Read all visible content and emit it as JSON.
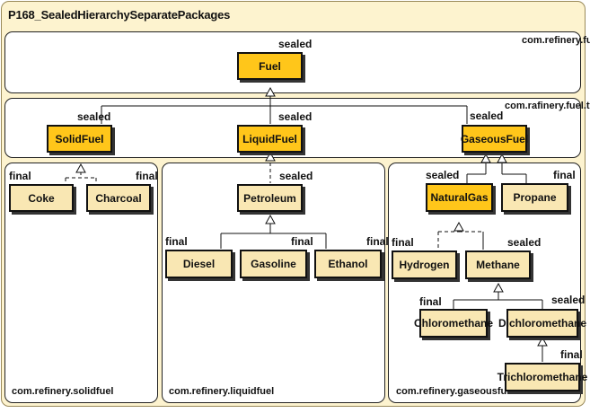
{
  "title": "P168_SealedHierarchySeparatePackages",
  "packages": {
    "fuel": "com.refinery.fuel",
    "type": "com.rafinery.fuel.type",
    "solid": "com.refinery.solidfuel",
    "liquid": "com.refinery.liquidfuel",
    "gaseous": "com.refinery.gaseousfuel"
  },
  "keywords": {
    "sealed": "sealed",
    "final": "final"
  },
  "classes": {
    "fuel": "Fuel",
    "solidfuel": "SolidFuel",
    "liquidfuel": "LiquidFuel",
    "gaseousfuel": "GaseousFuel",
    "coke": "Coke",
    "charcoal": "Charcoal",
    "petroleum": "Petroleum",
    "diesel": "Diesel",
    "gasoline": "Gasoline",
    "ethanol": "Ethanol",
    "naturalgas": "NaturalGas",
    "propane": "Propane",
    "hydrogen": "Hydrogen",
    "methane": "Methane",
    "chloromethane": "Chloromethane",
    "dichloromethane": "Dichloromethane",
    "trichloromethane": "Trichloromethane"
  },
  "colors": {
    "sealed_fill": "#ffc61a",
    "final_fill": "#f9e7b3",
    "frame_fill": "#fdf3cf"
  }
}
